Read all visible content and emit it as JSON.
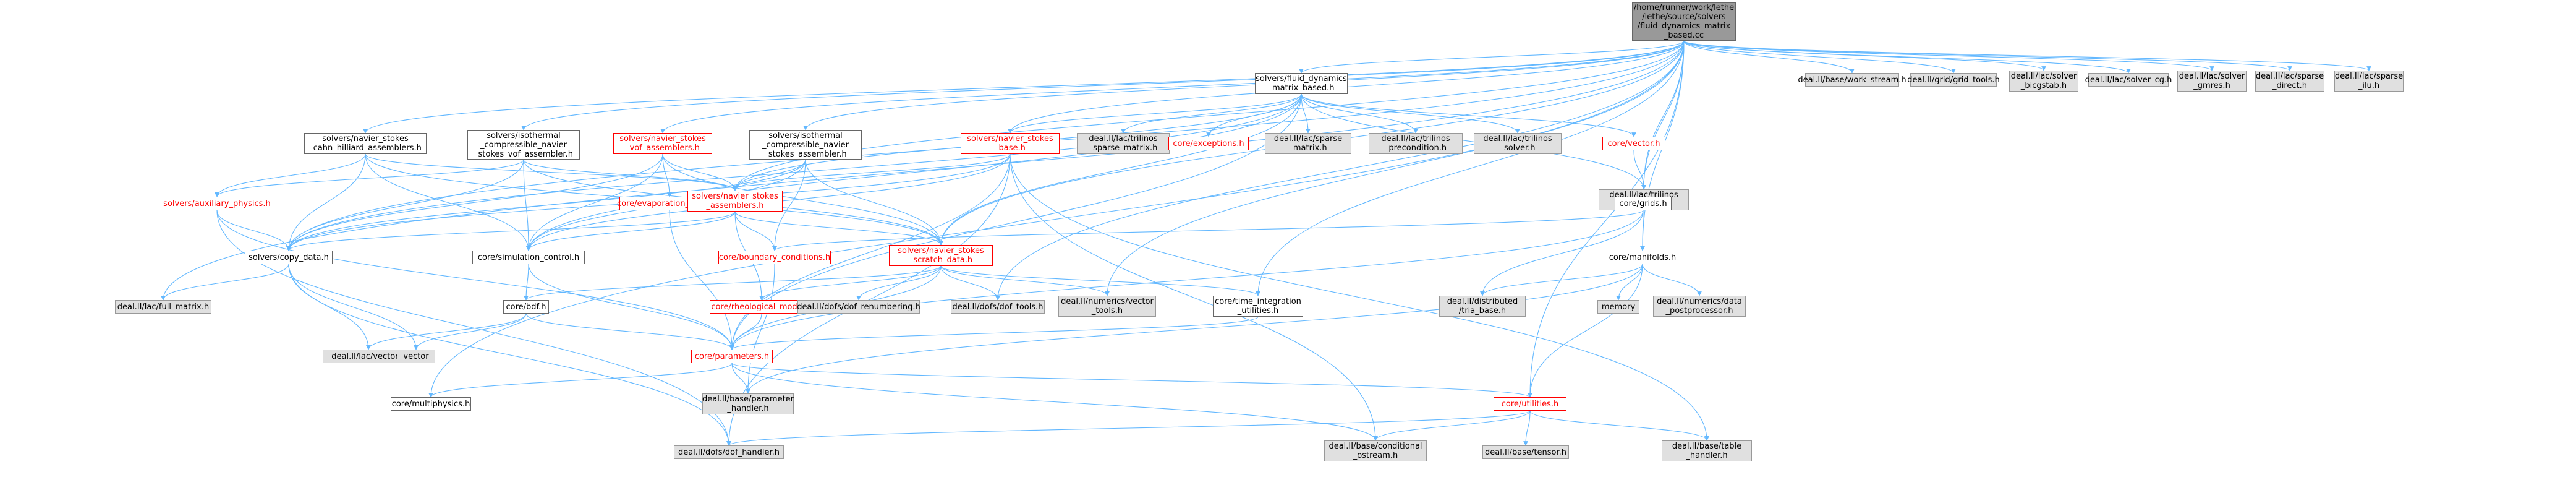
{
  "nodes": [
    {
      "key": "root",
      "label": "/home/runner/work/lethe\n/lethe/source/solvers\n/fluid_dynamics_matrix\n_based.cc",
      "kind": "root"
    },
    {
      "key": "fdmb_h",
      "label": "solvers/fluid_dynamics\n_matrix_based.h",
      "kind": "normal"
    },
    {
      "key": "work_stream",
      "label": "deal.II/base/work_stream.h",
      "kind": "ext"
    },
    {
      "key": "grid_tools",
      "label": "deal.II/grid/grid_tools.h",
      "kind": "ext"
    },
    {
      "key": "solver_bicgstab",
      "label": "deal.II/lac/solver\n_bicgstab.h",
      "kind": "ext"
    },
    {
      "key": "solver_cg",
      "label": "deal.II/lac/solver_cg.h",
      "kind": "ext"
    },
    {
      "key": "solver_gmres",
      "label": "deal.II/lac/solver\n_gmres.h",
      "kind": "ext"
    },
    {
      "key": "sparse_direct",
      "label": "deal.II/lac/sparse\n_direct.h",
      "kind": "ext"
    },
    {
      "key": "sparse_ilu",
      "label": "deal.II/lac/sparse\n_ilu.h",
      "kind": "ext"
    },
    {
      "key": "ns_ch_assemblers",
      "label": "solvers/navier_stokes\n_cahn_hilliard_assemblers.h",
      "kind": "normal"
    },
    {
      "key": "iso_comp_vof",
      "label": "solvers/isothermal\n_compressible_navier\n_stokes_vof_assembler.h",
      "kind": "normal"
    },
    {
      "key": "ns_vof_assemblers",
      "label": "solvers/navier_stokes\n_vof_assemblers.h",
      "kind": "red"
    },
    {
      "key": "iso_comp_ns",
      "label": "solvers/isothermal\n_compressible_navier\n_stokes_assembler.h",
      "kind": "normal"
    },
    {
      "key": "ns_base",
      "label": "solvers/navier_stokes\n_base.h",
      "kind": "red"
    },
    {
      "key": "trilinos_sparse",
      "label": "deal.II/lac/trilinos\n_sparse_matrix.h",
      "kind": "ext"
    },
    {
      "key": "exceptions",
      "label": "core/exceptions.h",
      "kind": "red"
    },
    {
      "key": "sparse_matrix",
      "label": "deal.II/lac/sparse\n_matrix.h",
      "kind": "ext"
    },
    {
      "key": "trilinos_precond",
      "label": "deal.II/lac/trilinos\n_precondition.h",
      "kind": "ext"
    },
    {
      "key": "trilinos_solver",
      "label": "deal.II/lac/trilinos\n_solver.h",
      "kind": "ext"
    },
    {
      "key": "core_vector",
      "label": "core/vector.h",
      "kind": "red"
    },
    {
      "key": "aux_physics",
      "label": "solvers/auxiliary_physics.h",
      "kind": "red"
    },
    {
      "key": "evaporation",
      "label": "core/evaporation_model.h",
      "kind": "red"
    },
    {
      "key": "ns_assemblers",
      "label": "solvers/navier_stokes\n_assemblers.h",
      "kind": "red"
    },
    {
      "key": "trilinos_vector",
      "label": "deal.II/lac/trilinos\n_vector.h",
      "kind": "ext"
    },
    {
      "key": "grids",
      "label": "core/grids.h",
      "kind": "normal"
    },
    {
      "key": "copy_data",
      "label": "solvers/copy_data.h",
      "kind": "normal"
    },
    {
      "key": "sim_control",
      "label": "core/simulation_control.h",
      "kind": "normal"
    },
    {
      "key": "boundary_cond",
      "label": "core/boundary_conditions.h",
      "kind": "red"
    },
    {
      "key": "ns_scratch",
      "label": "solvers/navier_stokes\n_scratch_data.h",
      "kind": "red"
    },
    {
      "key": "manifolds",
      "label": "core/manifolds.h",
      "kind": "normal"
    },
    {
      "key": "full_matrix",
      "label": "deal.II/lac/full_matrix.h",
      "kind": "ext"
    },
    {
      "key": "bdf",
      "label": "core/bdf.h",
      "kind": "normal"
    },
    {
      "key": "rheological",
      "label": "core/rheological_model.h",
      "kind": "red"
    },
    {
      "key": "dof_renumbering",
      "label": "deal.II/dofs/dof_renumbering.h",
      "kind": "ext"
    },
    {
      "key": "dof_tools",
      "label": "deal.II/dofs/dof_tools.h",
      "kind": "ext"
    },
    {
      "key": "vector_tools",
      "label": "deal.II/numerics/vector\n_tools.h",
      "kind": "ext"
    },
    {
      "key": "time_integration",
      "label": "core/time_integration\n_utilities.h",
      "kind": "normal"
    },
    {
      "key": "tria_base",
      "label": "deal.II/distributed\n/tria_base.h",
      "kind": "ext"
    },
    {
      "key": "memory",
      "label": "memory",
      "kind": "ext"
    },
    {
      "key": "data_post",
      "label": "deal.II/numerics/data\n_postprocessor.h",
      "kind": "ext"
    },
    {
      "key": "lac_vector",
      "label": "deal.II/lac/vector.h",
      "kind": "ext"
    },
    {
      "key": "vector",
      "label": "vector",
      "kind": "ext"
    },
    {
      "key": "parameters",
      "label": "core/parameters.h",
      "kind": "red"
    },
    {
      "key": "multiphysics",
      "label": "core/multiphysics.h",
      "kind": "normal"
    },
    {
      "key": "param_handler",
      "label": "deal.II/base/parameter\n_handler.h",
      "kind": "ext"
    },
    {
      "key": "utilities",
      "label": "core/utilities.h",
      "kind": "red"
    },
    {
      "key": "dof_handler",
      "label": "deal.II/dofs/dof_handler.h",
      "kind": "ext"
    },
    {
      "key": "tensor",
      "label": "deal.II/base/tensor.h",
      "kind": "ext"
    },
    {
      "key": "cond_ostream",
      "label": "deal.II/base/conditional\n_ostream.h",
      "kind": "ext"
    },
    {
      "key": "table_handler",
      "label": "deal.II/base/table\n_handler.h",
      "kind": "ext"
    }
  ],
  "edges": [
    [
      "root",
      "fdmb_h"
    ],
    [
      "root",
      "work_stream"
    ],
    [
      "root",
      "grid_tools"
    ],
    [
      "root",
      "solver_bicgstab"
    ],
    [
      "root",
      "solver_cg"
    ],
    [
      "root",
      "solver_gmres"
    ],
    [
      "root",
      "sparse_direct"
    ],
    [
      "root",
      "sparse_ilu"
    ],
    [
      "root",
      "ns_ch_assemblers"
    ],
    [
      "root",
      "iso_comp_vof"
    ],
    [
      "root",
      "ns_vof_assemblers"
    ],
    [
      "root",
      "iso_comp_ns"
    ],
    [
      "root",
      "ns_base"
    ],
    [
      "root",
      "grids"
    ],
    [
      "root",
      "manifolds"
    ],
    [
      "root",
      "copy_data"
    ],
    [
      "root",
      "full_matrix"
    ],
    [
      "root",
      "trilinos_vector"
    ],
    [
      "root",
      "utilities"
    ],
    [
      "root",
      "multiphysics"
    ],
    [
      "root",
      "time_integration"
    ],
    [
      "root",
      "vector_tools"
    ],
    [
      "root",
      "dof_tools"
    ],
    [
      "root",
      "ns_assemblers"
    ],
    [
      "root",
      "ns_scratch"
    ],
    [
      "fdmb_h",
      "ns_base"
    ],
    [
      "fdmb_h",
      "trilinos_sparse"
    ],
    [
      "fdmb_h",
      "exceptions"
    ],
    [
      "fdmb_h",
      "sparse_matrix"
    ],
    [
      "fdmb_h",
      "trilinos_precond"
    ],
    [
      "fdmb_h",
      "trilinos_solver"
    ],
    [
      "fdmb_h",
      "core_vector"
    ],
    [
      "fdmb_h",
      "copy_data"
    ],
    [
      "fdmb_h",
      "ns_scratch"
    ],
    [
      "fdmb_h",
      "parameters"
    ],
    [
      "fdmb_h",
      "trilinos_vector"
    ],
    [
      "fdmb_h",
      "ns_assemblers"
    ],
    [
      "fdmb_h",
      "sim_control"
    ],
    [
      "core_vector",
      "trilinos_vector"
    ],
    [
      "ns_ch_assemblers",
      "ns_assemblers"
    ],
    [
      "ns_ch_assemblers",
      "copy_data"
    ],
    [
      "ns_ch_assemblers",
      "sim_control"
    ],
    [
      "ns_ch_assemblers",
      "ns_scratch"
    ],
    [
      "ns_ch_assemblers",
      "aux_physics"
    ],
    [
      "iso_comp_vof",
      "ns_assemblers"
    ],
    [
      "iso_comp_vof",
      "copy_data"
    ],
    [
      "iso_comp_vof",
      "sim_control"
    ],
    [
      "iso_comp_vof",
      "ns_scratch"
    ],
    [
      "iso_comp_vof",
      "aux_physics"
    ],
    [
      "ns_vof_assemblers",
      "ns_assemblers"
    ],
    [
      "ns_vof_assemblers",
      "evaporation"
    ],
    [
      "ns_vof_assemblers",
      "copy_data"
    ],
    [
      "ns_vof_assemblers",
      "sim_control"
    ],
    [
      "ns_vof_assemblers",
      "ns_scratch"
    ],
    [
      "iso_comp_ns",
      "ns_assemblers"
    ],
    [
      "iso_comp_ns",
      "copy_data"
    ],
    [
      "iso_comp_ns",
      "sim_control"
    ],
    [
      "iso_comp_ns",
      "ns_scratch"
    ],
    [
      "iso_comp_ns",
      "boundary_cond"
    ],
    [
      "ns_base",
      "ns_assemblers"
    ],
    [
      "ns_base",
      "parameters"
    ],
    [
      "ns_base",
      "dof_handler"
    ],
    [
      "ns_base",
      "cond_ostream"
    ],
    [
      "ns_base",
      "table_handler"
    ],
    [
      "ns_base",
      "copy_data"
    ],
    [
      "ns_base",
      "sim_control"
    ],
    [
      "aux_physics",
      "copy_data"
    ],
    [
      "aux_physics",
      "parameters"
    ],
    [
      "aux_physics",
      "dof_handler"
    ],
    [
      "evaporation",
      "parameters"
    ],
    [
      "ns_assemblers",
      "copy_data"
    ],
    [
      "ns_assemblers",
      "sim_control"
    ],
    [
      "ns_assemblers",
      "ns_scratch"
    ],
    [
      "ns_assemblers",
      "rheological"
    ],
    [
      "ns_assemblers",
      "boundary_cond"
    ],
    [
      "grids",
      "parameters"
    ],
    [
      "grids",
      "manifolds"
    ],
    [
      "grids",
      "tria_base"
    ],
    [
      "grids",
      "boundary_cond"
    ],
    [
      "copy_data",
      "full_matrix"
    ],
    [
      "copy_data",
      "lac_vector"
    ],
    [
      "copy_data",
      "vector"
    ],
    [
      "copy_data",
      "dof_handler"
    ],
    [
      "sim_control",
      "bdf"
    ],
    [
      "sim_control",
      "parameters"
    ],
    [
      "boundary_cond",
      "param_handler"
    ],
    [
      "ns_scratch",
      "rheological"
    ],
    [
      "ns_scratch",
      "dof_renumbering"
    ],
    [
      "ns_scratch",
      "dof_tools"
    ],
    [
      "ns_scratch",
      "vector_tools"
    ],
    [
      "ns_scratch",
      "time_integration"
    ],
    [
      "ns_scratch",
      "parameters"
    ],
    [
      "ns_scratch",
      "bdf"
    ],
    [
      "manifolds",
      "tria_base"
    ],
    [
      "manifolds",
      "memory"
    ],
    [
      "manifolds",
      "data_post"
    ],
    [
      "manifolds",
      "param_handler"
    ],
    [
      "manifolds",
      "utilities"
    ],
    [
      "bdf",
      "lac_vector"
    ],
    [
      "bdf",
      "vector"
    ],
    [
      "bdf",
      "parameters"
    ],
    [
      "rheological",
      "parameters"
    ],
    [
      "time_integration",
      "parameters"
    ],
    [
      "parameters",
      "param_handler"
    ],
    [
      "parameters",
      "multiphysics"
    ],
    [
      "parameters",
      "utilities"
    ],
    [
      "parameters",
      "cond_ostream"
    ],
    [
      "utilities",
      "dof_handler"
    ],
    [
      "utilities",
      "tensor"
    ],
    [
      "utilities",
      "cond_ostream"
    ],
    [
      "utilities",
      "table_handler"
    ]
  ],
  "colors": {
    "edge": "#63b8ff",
    "red": "#ff0000",
    "ext_fill": "#e0e0e0",
    "root_fill": "#999999"
  }
}
